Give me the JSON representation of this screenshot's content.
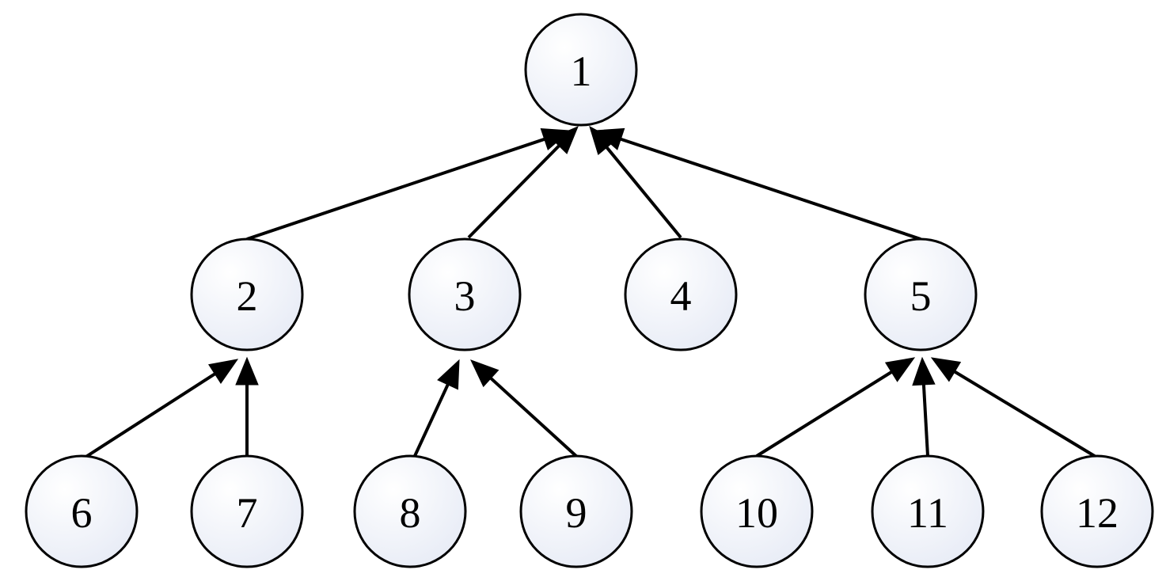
{
  "nodes": [
    {
      "id": "1",
      "label": "1"
    },
    {
      "id": "2",
      "label": "2"
    },
    {
      "id": "3",
      "label": "3"
    },
    {
      "id": "4",
      "label": "4"
    },
    {
      "id": "5",
      "label": "5"
    },
    {
      "id": "6",
      "label": "6"
    },
    {
      "id": "7",
      "label": "7"
    },
    {
      "id": "8",
      "label": "8"
    },
    {
      "id": "9",
      "label": "9"
    },
    {
      "id": "10",
      "label": "10"
    },
    {
      "id": "11",
      "label": "11"
    },
    {
      "id": "12",
      "label": "12"
    }
  ],
  "edges": [
    {
      "from": "2",
      "to": "1"
    },
    {
      "from": "3",
      "to": "1"
    },
    {
      "from": "4",
      "to": "1"
    },
    {
      "from": "5",
      "to": "1"
    },
    {
      "from": "6",
      "to": "2"
    },
    {
      "from": "7",
      "to": "2"
    },
    {
      "from": "8",
      "to": "3"
    },
    {
      "from": "9",
      "to": "3"
    },
    {
      "from": "10",
      "to": "5"
    },
    {
      "from": "11",
      "to": "5"
    },
    {
      "from": "12",
      "to": "5"
    }
  ],
  "colors": {
    "node_fill_light": "#ffffff",
    "node_fill_dark": "#e8ecf6",
    "stroke": "#000000",
    "background": "#ffffff"
  }
}
